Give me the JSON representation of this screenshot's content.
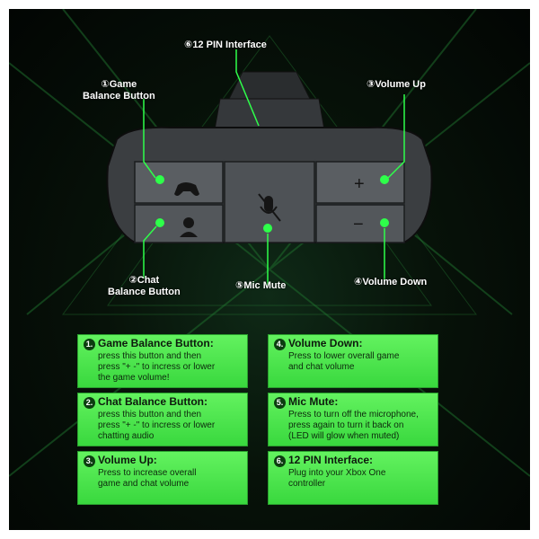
{
  "callouts": {
    "pin": "⑥12 PIN Interface",
    "game": "①Game\nBalance Button",
    "vol_up": "③Volume Up",
    "chat": "②Chat\nBalance Button",
    "mic": "⑤Mic Mute",
    "vol_down": "④Volume Down"
  },
  "button_symbols": {
    "plus": "+",
    "minus": "−"
  },
  "icons": {
    "game": "gamepad-icon",
    "chat": "headset-person-icon",
    "mic": "microphone-off-icon"
  },
  "colors": {
    "accent_green": "#39d83e",
    "led_green": "#2eff4a"
  },
  "cards": [
    {
      "num": "1.",
      "title": "Game Balance Button:",
      "desc": "press this button and then\npress \"+ -\" to incress or lower\nthe game volume!"
    },
    {
      "num": "4.",
      "title": "Volume Down:",
      "desc": "Press to lower overall game\nand chat volume"
    },
    {
      "num": "2.",
      "title": "Chat Balance Button:",
      "desc": "press this button and then\npress \"+ -\" to incress or lower\nchatting audio"
    },
    {
      "num": "5.",
      "title": "Mic Mute:",
      "desc": "Press to turn off the microphone,\npress again to turn it back on\n(LED will glow when muted)"
    },
    {
      "num": "3.",
      "title": "Volume Up:",
      "desc": "Press to increase overall\ngame and chat volume"
    },
    {
      "num": "6.",
      "title": "12 PIN Interface:",
      "desc": "Plug into your Xbox One\ncontroller"
    }
  ]
}
